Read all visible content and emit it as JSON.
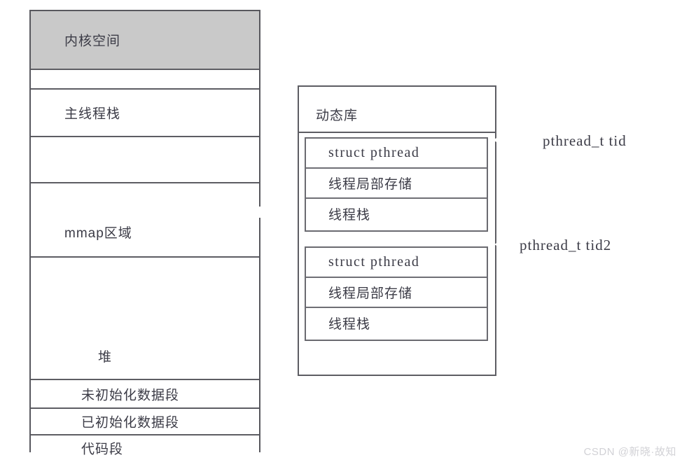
{
  "diagram": {
    "title": "Process address space and pthread library layout",
    "colors": {
      "kernel_fill": "#c9c9c9",
      "box_fill": "#ffffff",
      "border": "#5d5d63",
      "text": "#3b3b46",
      "watermark": "#d2d2d6"
    }
  },
  "process_space": {
    "name": "process-address-space",
    "segments": [
      {
        "id": "kernel-space",
        "label": "内核空间",
        "arrow": "none",
        "filled": true
      },
      {
        "id": "gap-1",
        "label": "",
        "arrow": "none",
        "filled": false
      },
      {
        "id": "main-stack",
        "label": "主线程栈",
        "arrow": "down",
        "filled": false
      },
      {
        "id": "gap-2",
        "label": "",
        "arrow": "none",
        "filled": false
      },
      {
        "id": "mmap-region",
        "label": "mmap区域",
        "arrow": "down",
        "filled": false
      },
      {
        "id": "heap",
        "label": "堆",
        "arrow": "up",
        "filled": false
      },
      {
        "id": "bss-segment",
        "label": "未初始化数据段",
        "arrow": "none",
        "filled": false
      },
      {
        "id": "data-segment",
        "label": "已初始化数据段",
        "arrow": "none",
        "filled": false
      },
      {
        "id": "text-segment",
        "label": "代码段",
        "arrow": "none",
        "filled": false
      }
    ]
  },
  "dynamic_library": {
    "title": "动态库",
    "thread_blocks": [
      {
        "id": "thread-block-1",
        "rows": [
          {
            "label": "struct pthread",
            "style": "mono"
          },
          {
            "label": "线程局部存储",
            "style": "cjk"
          },
          {
            "label": "线程栈",
            "style": "cjk"
          }
        ],
        "callout": "pthread_t tid"
      },
      {
        "id": "thread-block-2",
        "rows": [
          {
            "label": "struct pthread",
            "style": "mono"
          },
          {
            "label": "线程局部存储",
            "style": "cjk"
          },
          {
            "label": "线程栈",
            "style": "cjk"
          }
        ],
        "callout": "pthread_t tid2"
      }
    ]
  },
  "connector": {
    "name": "mmap-to-dynamic-library-arrow",
    "direction": "right"
  },
  "watermark": {
    "text": "CSDN @新晓·故知"
  }
}
